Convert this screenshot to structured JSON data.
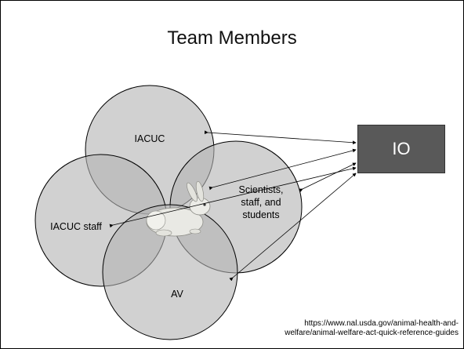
{
  "title": "Team Members",
  "circles": {
    "iacuc": "IACUC",
    "scientists_line1": "Scientists,",
    "scientists_line2": "staff, and",
    "scientists_line3": "students",
    "iacuc_staff": "IACUC staff",
    "av": "AV"
  },
  "io_box": {
    "label": "IO"
  },
  "image": {
    "icon": "rabbit-icon"
  },
  "source": {
    "line1": "https://www.nal.usda.gov/animal-health-and-",
    "line2": "welfare/animal-welfare-act-quick-reference-guides"
  },
  "colors": {
    "circle_fill": "#b3b3b3",
    "circle_stroke": "#000000",
    "io_fill": "#595959"
  }
}
